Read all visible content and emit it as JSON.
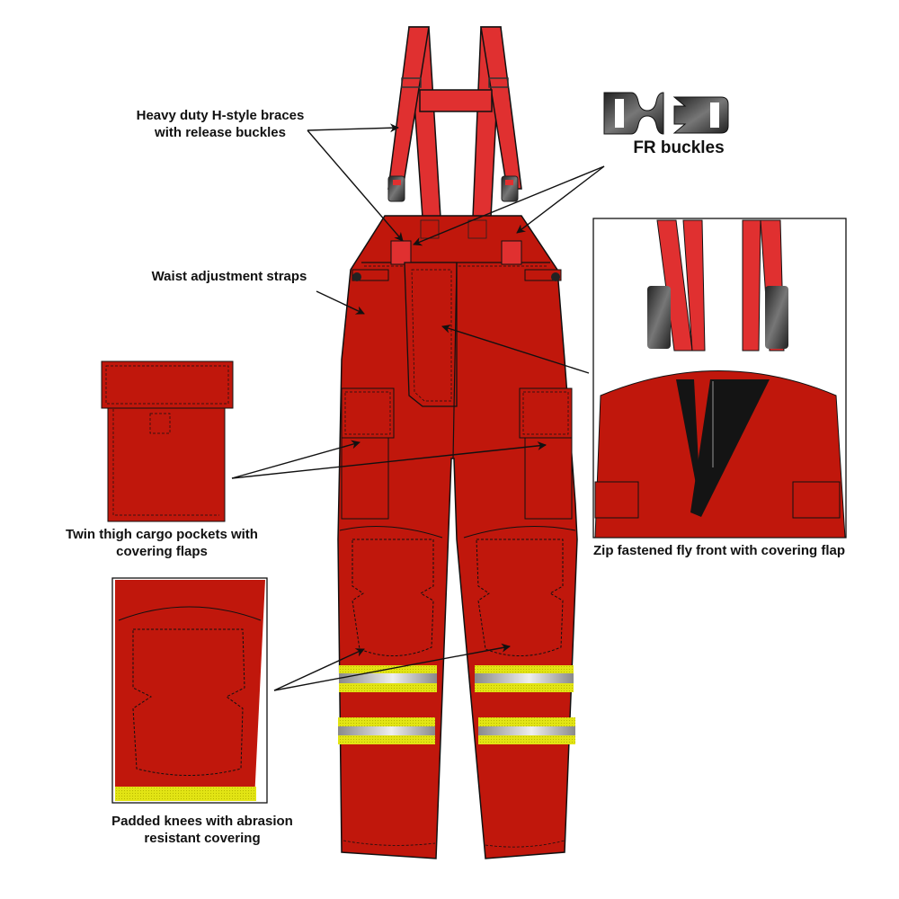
{
  "diagram": {
    "subject": "Firefighter bib trousers with braces",
    "colors": {
      "fabric": "#c0170c",
      "brace": "#e03030",
      "outline": "#111111",
      "reflective_yellow": "#e2e414",
      "reflective_silver": "#b8b8b8",
      "buckle": "#3a3a3a",
      "fly_lining": "#141414"
    },
    "callouts": [
      {
        "id": "braces",
        "lines": [
          "Heavy duty H-style braces",
          "with release buckles"
        ]
      },
      {
        "id": "buckles",
        "lines": [
          "FR buckles"
        ]
      },
      {
        "id": "waist",
        "lines": [
          "Waist adjustment straps"
        ]
      },
      {
        "id": "pockets",
        "lines": [
          "Twin thigh cargo pockets with",
          "covering flaps"
        ]
      },
      {
        "id": "fly",
        "lines": [
          "Zip fastened fly front with covering flap"
        ]
      },
      {
        "id": "knees",
        "lines": [
          "Padded knees with abrasion",
          "resistant covering"
        ]
      }
    ],
    "insets": [
      {
        "id": "pocket-detail",
        "name": "Cargo pocket close-up"
      },
      {
        "id": "fly-detail",
        "name": "Fly front close-up"
      },
      {
        "id": "knee-detail",
        "name": "Knee pad close-up"
      }
    ]
  }
}
